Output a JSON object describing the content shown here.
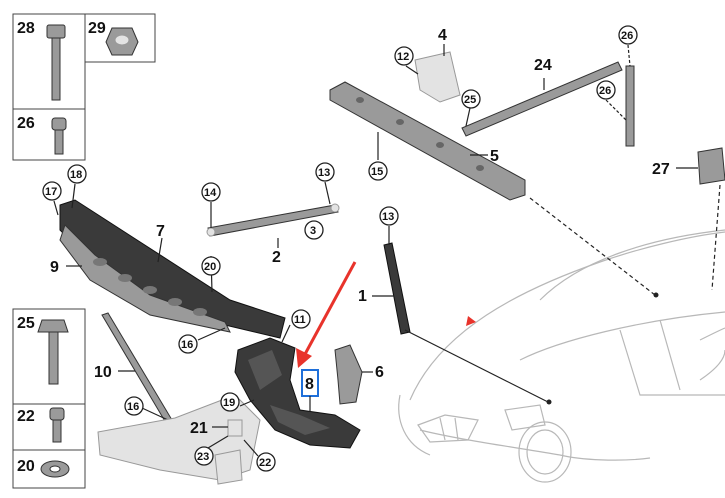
{
  "callouts": {
    "c1": "1",
    "c2": "2",
    "c3": "3",
    "c4": "4",
    "c5": "5",
    "c6": "6",
    "c7": "7",
    "c8": "8",
    "c9": "9",
    "c10": "10",
    "c11": "11",
    "c12": "12",
    "c13a": "13",
    "c13b": "13",
    "c14": "14",
    "c15": "15",
    "c16a": "16",
    "c16b": "16",
    "c17": "17",
    "c18": "18",
    "c19": "19",
    "c20": "20",
    "c20b": "20",
    "c21": "21",
    "c22": "22",
    "c22b": "22",
    "c23": "23",
    "c24": "24",
    "c25a": "25",
    "c25b": "25",
    "c26a": "26",
    "c26b": "26",
    "c26c": "26",
    "c27": "27",
    "c28": "28",
    "c29": "29"
  },
  "highlight": {
    "part": "8",
    "color": "#1e6fd9"
  },
  "arrow_color": "#e8332b"
}
